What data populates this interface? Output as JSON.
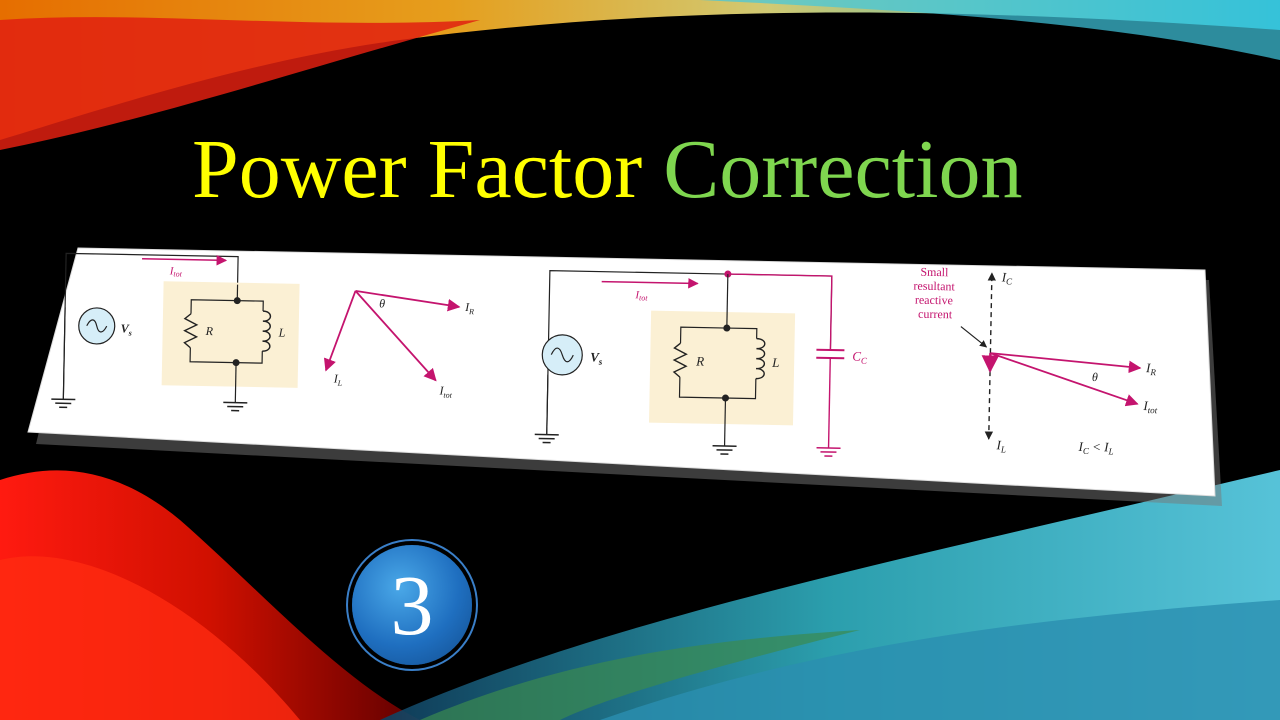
{
  "title": {
    "word1": "Power Factor",
    "word2": "Correction"
  },
  "badge": {
    "number": "3"
  },
  "colors": {
    "title_yellow": "#ffff00",
    "title_green": "#7fd64f",
    "magenta": "#c4146e",
    "card": "#ffffff",
    "panel": "#fbf0d4"
  },
  "circuit1": {
    "current": "I",
    "current_sub": "tot",
    "source": "V",
    "source_sub": "s",
    "resistor": "R",
    "inductor": "L"
  },
  "phasor1": {
    "theta": "θ",
    "ir": "I",
    "ir_sub": "R",
    "il": "I",
    "il_sub": "L",
    "itot": "I",
    "itot_sub": "tot"
  },
  "circuit2": {
    "current": "I",
    "current_sub": "tot",
    "source": "V",
    "source_sub": "s",
    "resistor": "R",
    "inductor": "L",
    "capacitor": "C",
    "capacitor_sub": "C"
  },
  "phasor2": {
    "note_line1": "Small",
    "note_line2": "resultant",
    "note_line3": "reactive",
    "note_line4": "current",
    "ic": "I",
    "ic_sub": "C",
    "ir": "I",
    "ir_sub": "R",
    "itot": "I",
    "itot_sub": "tot",
    "il": "I",
    "il_sub": "L",
    "theta": "θ",
    "cmp_a": "I",
    "cmp_a_sub": "C",
    "cmp_op": " < ",
    "cmp_b": "I",
    "cmp_b_sub": "L"
  }
}
